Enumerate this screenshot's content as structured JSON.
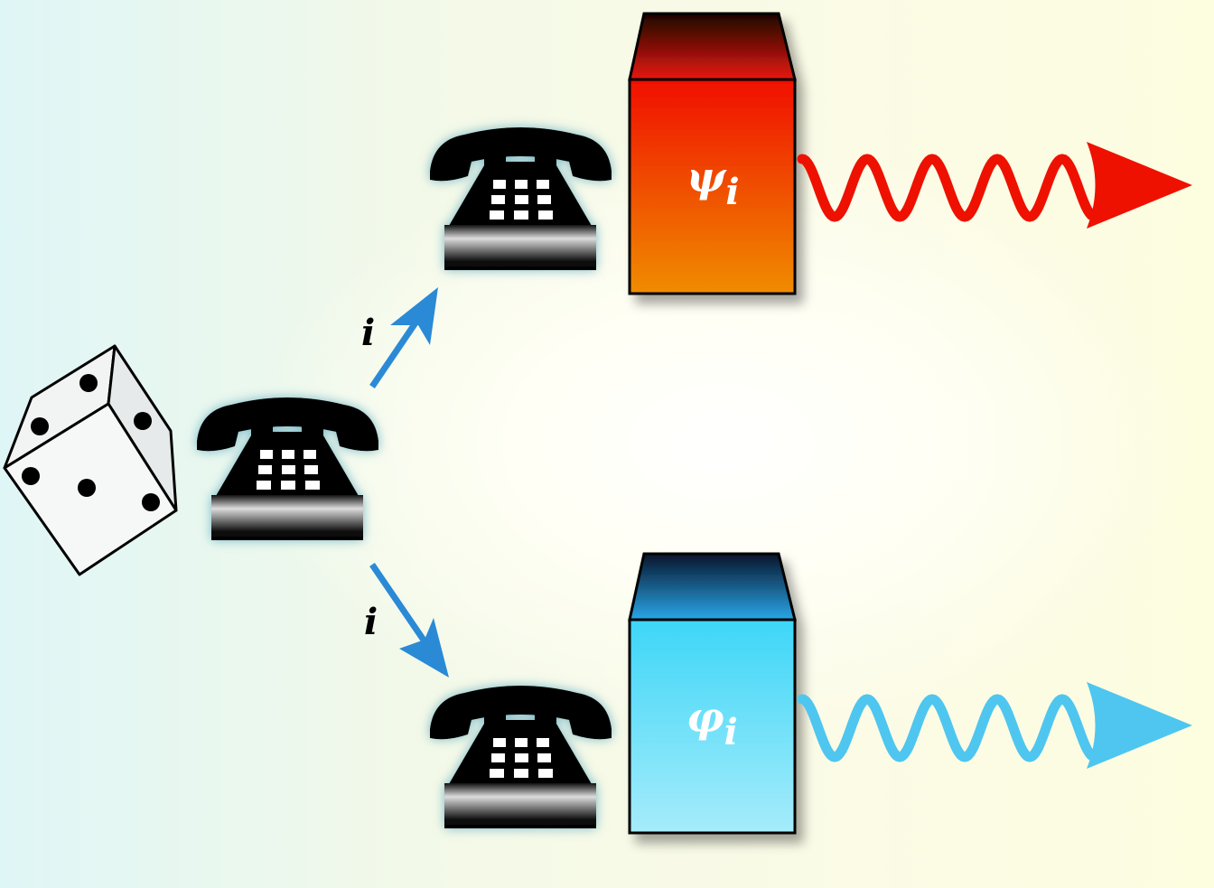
{
  "labels": {
    "branch_upper": "i",
    "branch_lower": "i",
    "box_upper": {
      "symbol": "ψ",
      "subscript": "i"
    },
    "box_lower": {
      "symbol": "φ",
      "subscript": "i"
    }
  },
  "icons": [
    "dice-icon",
    "telephone-icon",
    "telephone-icon",
    "telephone-icon"
  ],
  "colors": {
    "upper_box_top": "#f00f00",
    "upper_box_bottom": "#f08c00",
    "upper_wave": "#ee1100",
    "lower_box_top": "#3dd6f8",
    "lower_box_bottom": "#a6ecfa",
    "lower_wave": "#4ec6f0",
    "branch_arrow": "#2a8ad6"
  }
}
